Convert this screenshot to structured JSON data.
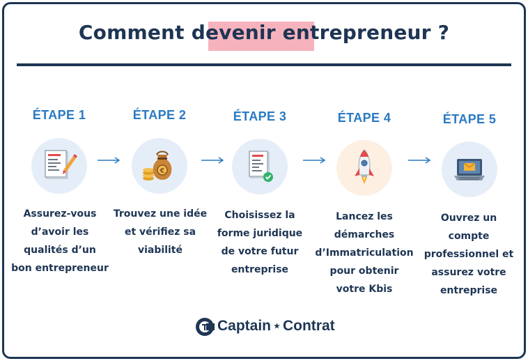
{
  "title": {
    "part1": "Comment d",
    "part2": "evenir en",
    "part3": "trepreneur ?"
  },
  "steps": [
    {
      "label": "ÉTAPE 1",
      "icon": "document-pen-icon",
      "lines": [
        "Assurez-vous",
        "d’avoir les",
        "qualités d’un",
        "bon entrepreneur"
      ]
    },
    {
      "label": "ÉTAPE 2",
      "icon": "money-bag-icon",
      "lines": [
        "Trouvez une idée",
        "et vérifiez sa",
        "viabilité"
      ]
    },
    {
      "label": "ÉTAPE 3",
      "icon": "document-check-icon",
      "lines": [
        "Choisissez la",
        "forme juridique",
        "de votre futur",
        "entreprise"
      ]
    },
    {
      "label": "ÉTAPE 4",
      "icon": "rocket-icon",
      "lines": [
        "Lancez les",
        "démarches",
        "d’Immatriculation",
        "pour obtenir",
        "votre Kbis"
      ]
    },
    {
      "label": "ÉTAPE 5",
      "icon": "laptop-mail-icon",
      "lines": [
        "Ouvrez un",
        "compte",
        "professionnel et",
        "assurez votre",
        "entreprise"
      ]
    }
  ],
  "brand": {
    "name_left": "Captain",
    "separator": "★",
    "name_right": "Contrat",
    "logo_icon": "captain-contrat-logo-icon"
  },
  "colors": {
    "navy": "#1e3554",
    "step_blue": "#2a7ac2",
    "highlight_pink": "#f6b3bd",
    "circle_blue": "#e5eef8",
    "circle_warm": "#fdf0e3"
  }
}
